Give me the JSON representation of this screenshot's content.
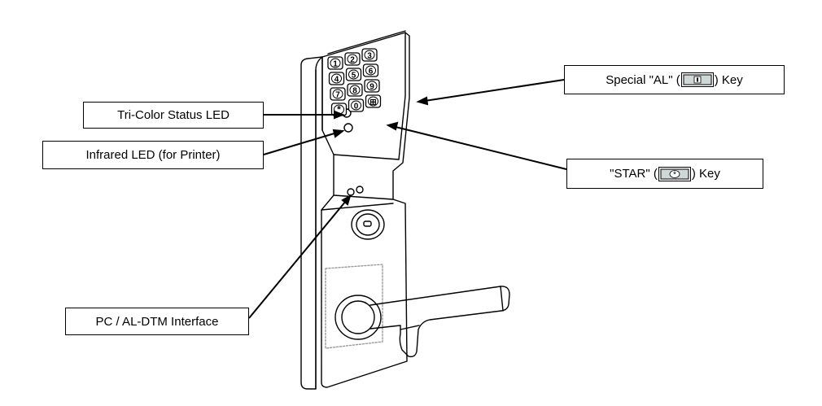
{
  "labels": {
    "tri_color": "Tri-Color Status LED",
    "infrared": "Infrared LED (for Printer)",
    "pc_interface": "PC / AL-DTM Interface",
    "special_prefix": "Special \"AL\" (",
    "special_suffix": ") Key",
    "star_prefix": "\"STAR\" (",
    "star_suffix": ") Key"
  },
  "keypad": {
    "rows": [
      [
        "1",
        "2",
        "3"
      ],
      [
        "4",
        "5",
        "6"
      ],
      [
        "7",
        "8",
        "9"
      ],
      [
        "*",
        "0",
        "⊞"
      ]
    ]
  },
  "icons": {
    "special_key": "al-key-icon",
    "star_key": "star-key-icon"
  }
}
